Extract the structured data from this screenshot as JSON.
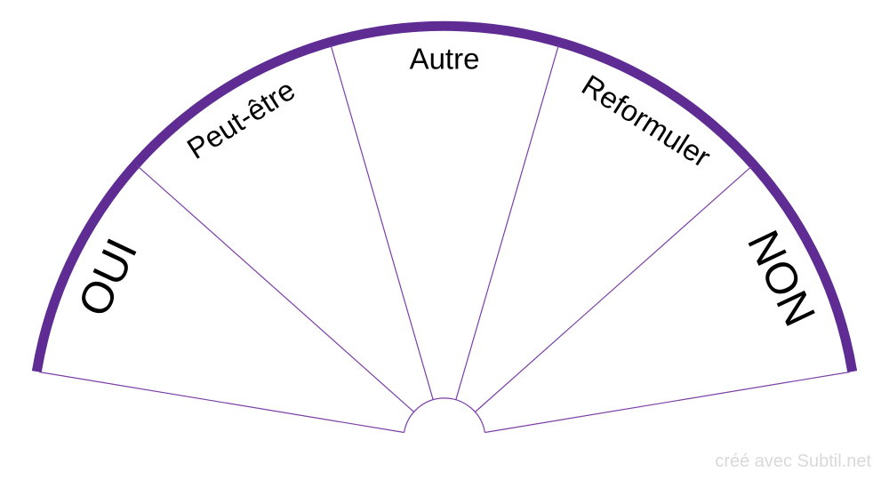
{
  "chart": {
    "type": "pendulum-dial",
    "description": "Semicircular pendulum chart with 5 labeled sectors",
    "sectors": [
      {
        "label": "OUI"
      },
      {
        "label": "Peut-être"
      },
      {
        "label": "Autre"
      },
      {
        "label": "Reformuler"
      },
      {
        "label": "NON"
      }
    ],
    "colors": {
      "outer_arc": "#5e2c93",
      "divider": "#7b3fa6",
      "label": "#000000"
    }
  },
  "watermark": {
    "text": "créé avec Subtil.net",
    "color": "#d9d9d9"
  }
}
